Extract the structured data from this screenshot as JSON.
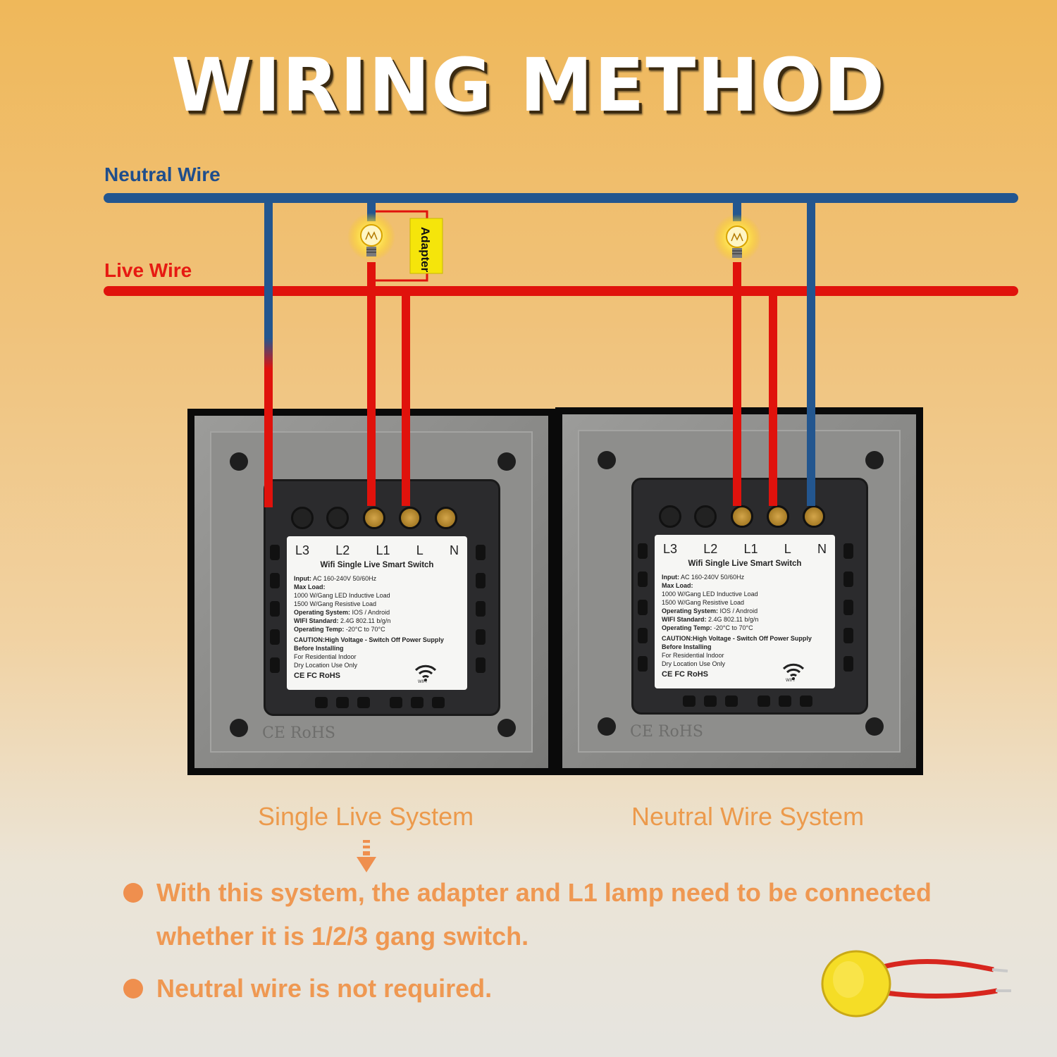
{
  "title": "WIRING METHOD",
  "wires": {
    "neutral_label": "Neutral Wire",
    "live_label": "Live Wire",
    "neutral_color": "#23568f",
    "live_color": "#e0120c",
    "adapter_label": "Adapter"
  },
  "switch_label": {
    "terminals": [
      "L3",
      "L2",
      "L1",
      "L",
      "N"
    ],
    "product_title": "Wifi Single Live Smart Switch",
    "input": "Input:",
    "input_value": "AC 160-240V 50/60Hz",
    "max_load": "Max Load:",
    "load_led": "1000 W/Gang LED Inductive Load",
    "load_res": "1500 W/Gang Resistive Load",
    "os": "Operating System:",
    "os_value": "IOS / Android",
    "wifi_std": "WIFI Standard:",
    "wifi_std_value": "2.4G 802.11 b/g/n",
    "temp": "Operating Temp:",
    "temp_value": "-20°C to 70°C",
    "caution": "CAUTION:High Voltage - Switch Off Power Supply Before Installing",
    "residential": "For Residential Indoor",
    "dry": "Dry Location Use Only",
    "certs": "CE FC RoHS",
    "wifi_text": "WIFI",
    "plate_mark": "CE RoHS"
  },
  "systems": {
    "left": "Single Live System",
    "right": "Neutral Wire System"
  },
  "notes": [
    "With this system, the adapter and L1 lamp need to be connected",
    "whether it is 1/2/3 gang switch.",
    "Neutral wire is not required."
  ],
  "icons": {
    "lamp": "light-bulb-icon",
    "arrow": "down-arrow-icon",
    "wifi": "wifi-icon"
  }
}
